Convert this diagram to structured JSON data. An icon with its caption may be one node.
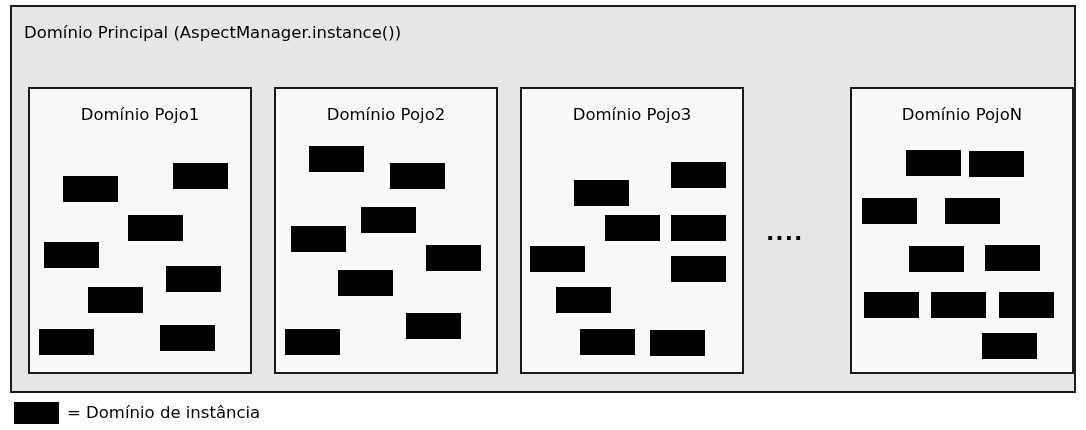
{
  "diagram": {
    "nodes": [
      {
        "text": [
          "Domínio Principal (AspectManager.instance())"
        ]
      },
      {
        "text": [
          "Domínio Pojo1"
        ],
        "in": 0
      },
      {
        "text": [
          "Domínio Pojo2"
        ],
        "in": 0
      },
      {
        "text": [
          "Domínio Pojo3"
        ],
        "in": 0
      },
      {
        "text": [
          "Domínio PojoN"
        ],
        "in": 0
      },
      {
        "text": [],
        "shape": "box",
        "in": 1
      },
      {
        "text": [],
        "shape": "box",
        "in": 1
      },
      {
        "text": [],
        "shape": "box",
        "in": 1
      },
      {
        "text": [],
        "shape": "box",
        "in": 1
      },
      {
        "text": [],
        "shape": "box",
        "in": 1
      },
      {
        "text": [],
        "shape": "box",
        "in": 1
      },
      {
        "text": [],
        "shape": "box",
        "in": 1
      },
      {
        "text": [],
        "shape": "box",
        "in": 1
      },
      {
        "text": [],
        "shape": "box",
        "in": 2
      },
      {
        "text": [],
        "shape": "box",
        "in": 2
      },
      {
        "text": [],
        "shape": "box",
        "in": 2
      },
      {
        "text": [],
        "shape": "box",
        "in": 2
      },
      {
        "text": [],
        "shape": "box",
        "in": 2
      },
      {
        "text": [],
        "shape": "box",
        "in": 2
      },
      {
        "text": [],
        "shape": "box",
        "in": 2
      },
      {
        "text": [],
        "shape": "box",
        "in": 2
      },
      {
        "text": [],
        "shape": "box",
        "in": 3
      },
      {
        "text": [],
        "shape": "box",
        "in": 3
      },
      {
        "text": [],
        "shape": "box",
        "in": 3
      },
      {
        "text": [],
        "shape": "box",
        "in": 3
      },
      {
        "text": [],
        "shape": "box",
        "in": 3
      },
      {
        "text": [],
        "shape": "box",
        "in": 3
      },
      {
        "text": [],
        "shape": "box",
        "in": 3
      },
      {
        "text": [],
        "shape": "box",
        "in": 3
      },
      {
        "text": [],
        "shape": "box",
        "in": 3
      },
      {
        "text": [],
        "shape": "box",
        "in": 4
      },
      {
        "text": [],
        "shape": "box",
        "in": 4
      },
      {
        "text": [],
        "shape": "box",
        "in": 4
      },
      {
        "text": [],
        "shape": "box",
        "in": 4
      },
      {
        "text": [],
        "shape": "box",
        "in": 4
      },
      {
        "text": [],
        "shape": "box",
        "in": 4
      },
      {
        "text": [],
        "shape": "box",
        "in": 4
      },
      {
        "text": [],
        "shape": "box",
        "in": 4
      },
      {
        "text": [],
        "shape": "box",
        "in": 4
      },
      {
        "text": [],
        "shape": "box",
        "in": 4
      }
    ],
    "edges": [],
    "labels": [
      "...."
    ],
    "legend": [
      {
        "text": "= Domínio de instância",
        "color": "#000000"
      }
    ]
  }
}
